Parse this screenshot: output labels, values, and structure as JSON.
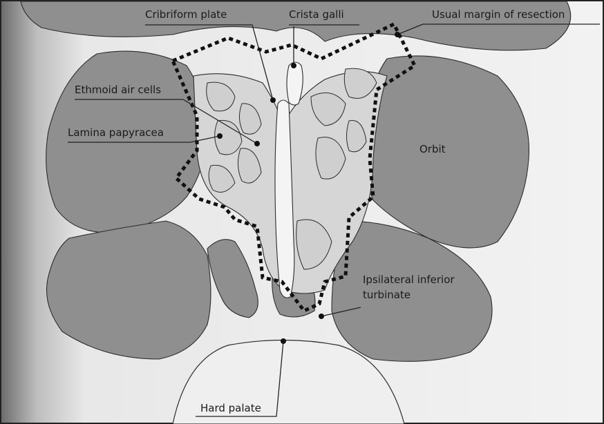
{
  "labels": {
    "cribriform_plate": "Cribriform plate",
    "crista_galli": "Crista galli",
    "usual_margin": "Usual margin of resection",
    "ethmoid_air_cells": "Ethmoid air cells",
    "lamina_papyracea": "Lamina papyracea",
    "orbit": "Orbit",
    "ipsilateral_inferior_line1": "Ipsilateral inferior",
    "ipsilateral_inferior_line2": "turbinate",
    "hard_palate": "Hard palate"
  },
  "colors": {
    "background_bone": "#efefef",
    "soft_tissue": "#8f8f8f",
    "air_cells": "#cfcfcf",
    "outline": "#2b2b2b",
    "resection_margin": "#111111"
  }
}
